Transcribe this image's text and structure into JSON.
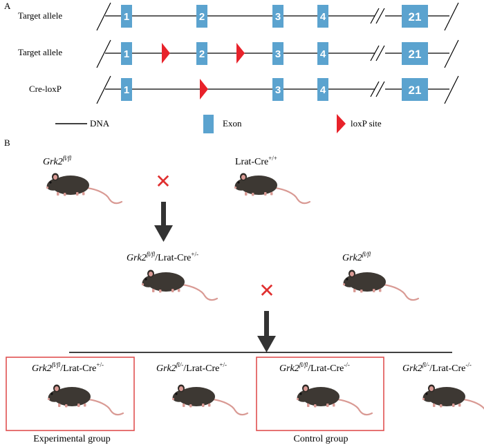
{
  "panel_a": {
    "label": "A",
    "rows": [
      {
        "name": "Target allele",
        "exons": [
          "1",
          "2",
          "3",
          "4",
          "21"
        ],
        "loxp": []
      },
      {
        "name": "Target allele",
        "exons": [
          "1",
          "2",
          "3",
          "4",
          "21"
        ],
        "loxp": [
          "before-2",
          "after-2"
        ]
      },
      {
        "name": "Cre-loxP",
        "exons": [
          "1",
          "3",
          "4",
          "21"
        ],
        "loxp": [
          "before-3"
        ]
      }
    ],
    "legend": {
      "dna": "DNA",
      "exon": "Exon",
      "loxp": "loxP site"
    },
    "colors": {
      "exon": "#5ba3cf",
      "loxp": "#e8222a",
      "line": "#000000"
    }
  },
  "panel_b": {
    "label": "B",
    "parents_1": [
      {
        "gene": "Grk2",
        "gene_sup": "fl/fl",
        "rest": "",
        "rest_sup": ""
      },
      {
        "gene": "",
        "gene_sup": "",
        "rest": "Lrat-Cre",
        "rest_sup": "+/+"
      }
    ],
    "parents_2": [
      {
        "gene": "Grk2",
        "gene_sup": "fl/fl",
        "rest": "/Lrat-Cre",
        "rest_sup": "+/-"
      },
      {
        "gene": "Grk2",
        "gene_sup": "fl/fl",
        "rest": "",
        "rest_sup": ""
      }
    ],
    "offspring": [
      {
        "gene": "Grk2",
        "gene_sup": "fl/fl",
        "rest": "/Lrat-Cre",
        "rest_sup": "+/-",
        "group": "Experimental group"
      },
      {
        "gene": "Grk2",
        "gene_sup": "fl/-",
        "rest": "/Lrat-Cre",
        "rest_sup": "+/-",
        "group": ""
      },
      {
        "gene": "Grk2",
        "gene_sup": "fl/fl",
        "rest": "/Lrat-Cre",
        "rest_sup": "-/-",
        "group": "Control group"
      },
      {
        "gene": "Grk2",
        "gene_sup": "fl/-",
        "rest": "/Lrat-Cre",
        "rest_sup": "-/-",
        "group": ""
      }
    ],
    "cross_symbol": "✕",
    "colors": {
      "cross": "#e03030",
      "box": "#e05050",
      "arrow": "#333333",
      "mouse": "#3d3833"
    }
  }
}
